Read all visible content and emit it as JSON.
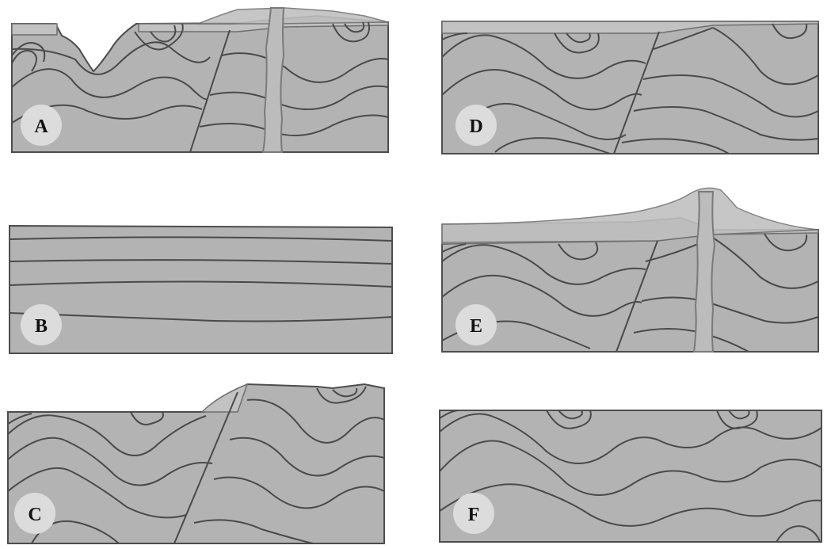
{
  "panels": [
    {
      "id": "A",
      "label": "A"
    },
    {
      "id": "B",
      "label": "B"
    },
    {
      "id": "C",
      "label": "C"
    },
    {
      "id": "D",
      "label": "D"
    },
    {
      "id": "E",
      "label": "E"
    },
    {
      "id": "F",
      "label": "F"
    }
  ],
  "colors": {
    "rock": "#b3b3b3",
    "line": "#4a4a4a",
    "badge": "#dcdcdc",
    "text": "#111111",
    "background": "#ffffff"
  }
}
